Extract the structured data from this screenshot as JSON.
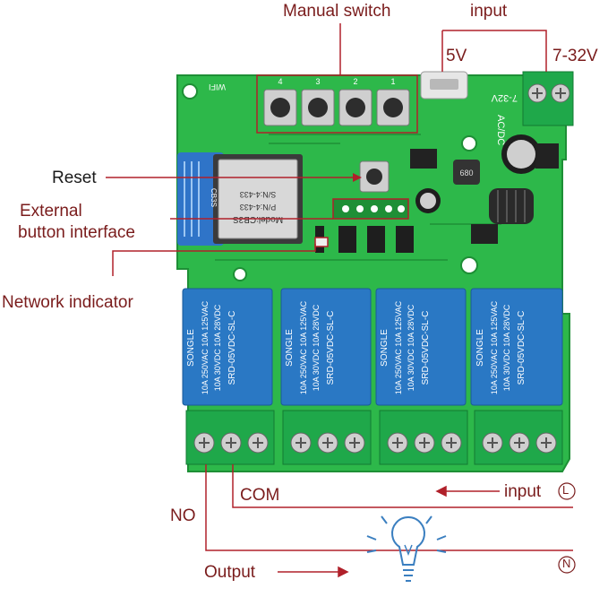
{
  "labels": {
    "manual_switch": "Manual switch",
    "input_top": "input",
    "five_v": "5V",
    "voltage_range": "7-32V",
    "reset": "Reset",
    "external_line1": "External",
    "external_line2": "button interface",
    "network_indicator": "Network indicator",
    "com": "COM",
    "no": "NO",
    "output": "Output",
    "input_bottom": "input",
    "live_symbol": "L",
    "neutral_symbol": "N"
  },
  "board": {
    "wifi_text": "WIFI",
    "acdc_text": "AC/DC",
    "vrange_text": "7-32V",
    "button_numbers": [
      "4",
      "3",
      "2",
      "1"
    ],
    "module_lines": [
      "Model:CB3S",
      "P/N:4-433",
      "S/N:4-433",
      "CB3S"
    ],
    "inductor_text": "680"
  },
  "relays": [
    {
      "brand": "SONGLE",
      "model": "SRD-05VDC-SL-C",
      "rating1": "10A 250VAC 10A 125VAC",
      "rating2": "10A 30VDC 10A 28VDC"
    },
    {
      "brand": "SONGLE",
      "model": "SRD-05VDC-SL-C",
      "rating1": "10A 250VAC 10A 125VAC",
      "rating2": "10A 30VDC 10A 28VDC"
    },
    {
      "brand": "SONGLE",
      "model": "SRD-05VDC-SL-C",
      "rating1": "10A 250VAC 10A 125VAC",
      "rating2": "10A 30VDC 10A 28VDC"
    },
    {
      "brand": "SONGLE",
      "model": "SRD-05VDC-SL-C",
      "rating1": "10A 250VAC 10A 125VAC",
      "rating2": "10A 30VDC 10A 28VDC"
    }
  ],
  "colors": {
    "pcb": "#2db84a",
    "pcb_dark": "#1e8f36",
    "relay_blue": "#2a78c4",
    "terminal_green": "#1fa84a",
    "label_red": "#7a1c1c",
    "line_red": "#b0202a"
  }
}
